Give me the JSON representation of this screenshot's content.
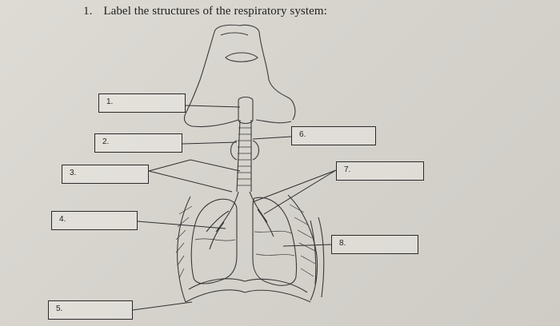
{
  "question": {
    "number": "1.",
    "text": "Label the structures of the respiratory system:"
  },
  "labels": [
    {
      "id": "1",
      "text": "1."
    },
    {
      "id": "2",
      "text": "2."
    },
    {
      "id": "3",
      "text": "3."
    },
    {
      "id": "4",
      "text": "4."
    },
    {
      "id": "5",
      "text": "5."
    },
    {
      "id": "6",
      "text": "6."
    },
    {
      "id": "7",
      "text": "7."
    },
    {
      "id": "8",
      "text": "8."
    }
  ],
  "colors": {
    "paper": "#d8d5cf",
    "ink": "#2a2a2a"
  }
}
